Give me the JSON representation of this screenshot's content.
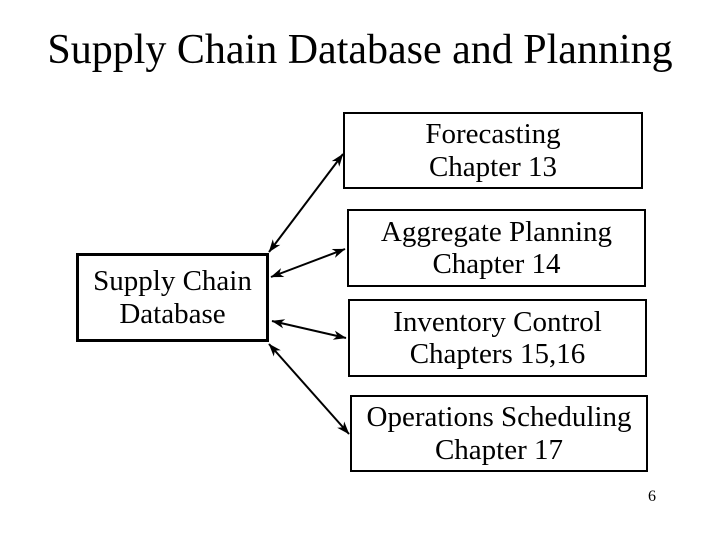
{
  "slide": {
    "title": "Supply Chain Database and Planning",
    "page_number": "6"
  },
  "colors": {
    "background": "#ffffff",
    "foreground": "#000000"
  },
  "diagram": {
    "source_box": {
      "line1": "Supply Chain",
      "line2": "Database"
    },
    "target_boxes": [
      {
        "line1": "Forecasting",
        "line2": "Chapter 13"
      },
      {
        "line1": "Aggregate Planning",
        "line2": "Chapter 14"
      },
      {
        "line1": "Inventory Control",
        "line2": "Chapters 15,16"
      },
      {
        "line1": "Operations Scheduling",
        "line2": "Chapter 17"
      }
    ],
    "connectors": [
      {
        "from": "Supply Chain Database",
        "to": "Forecasting",
        "bidirectional": true
      },
      {
        "from": "Supply Chain Database",
        "to": "Aggregate Planning",
        "bidirectional": true
      },
      {
        "from": "Supply Chain Database",
        "to": "Inventory Control",
        "bidirectional": true
      },
      {
        "from": "Supply Chain Database",
        "to": "Operations Scheduling",
        "bidirectional": true
      }
    ]
  }
}
